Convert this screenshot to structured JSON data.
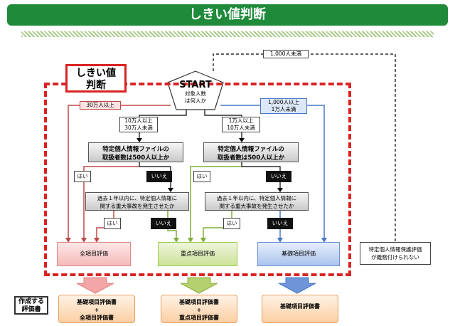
{
  "header": {
    "title": "しきい値判断"
  },
  "diagram": {
    "title_box": {
      "line1": "しきい値",
      "line2": "判断"
    },
    "start": {
      "label": "START",
      "sub1": "対象人数",
      "sub2": "は何人か"
    },
    "branch_top_right": "1,000人未満",
    "branch_left": "30万人以上",
    "branch_right": {
      "line1": "1,000人以上",
      "line2": "1万人未満"
    },
    "branch_mid1": {
      "line1": "10万人以上",
      "line2": "30万人未満"
    },
    "branch_mid2": {
      "line1": "1万人以上",
      "line2": "10万人未満"
    },
    "q1": {
      "line1": "特定個人情報ファイルの",
      "line2": "取扱者数は500人以上か"
    },
    "q2": {
      "line1": "特定個人情報ファイルの",
      "line2": "取扱者数は500人以上か"
    },
    "yes": "はい",
    "no": "いいえ",
    "q3": {
      "line1": "過去１年以内に、特定個人情報に",
      "line2": "関する重大事故を発生させたか"
    },
    "q4": {
      "line1": "過去１年以内に、特定個人情報に",
      "line2": "関する重大事故を発生させたか"
    },
    "result_full": "全項目評価",
    "result_focus": "重点項目評価",
    "result_basic": "基礎項目評価",
    "obligation": {
      "line1": "特定個人情報保護評価",
      "line2": "が義務付けられない"
    },
    "doc_label": {
      "line1": "作成する",
      "line2": "評価書"
    },
    "out1": {
      "line1": "基礎項目評価書",
      "line2": "+",
      "line3": "全項目評価書"
    },
    "out2": {
      "line1": "基礎項目評価書",
      "line2": "+",
      "line3": "重点項目評価書"
    },
    "out3": "基礎項目評価書"
  },
  "colors": {
    "header": "#1e8a3a",
    "red": "#d92323",
    "green": "#7fae3a",
    "blue": "#4a78c8"
  }
}
